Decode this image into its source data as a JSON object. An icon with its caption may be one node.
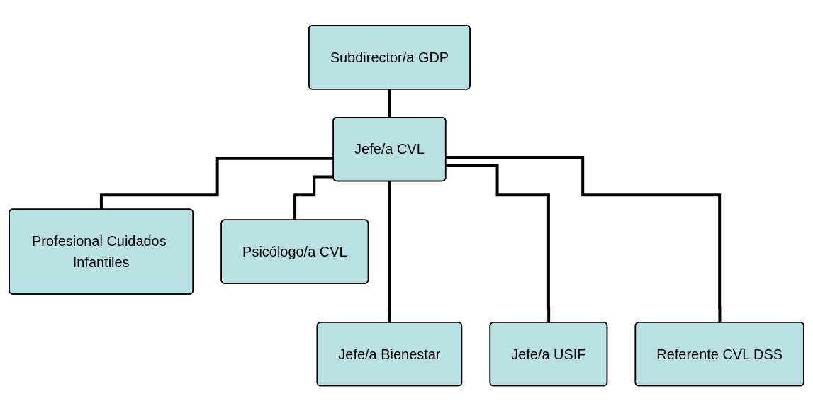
{
  "diagram": {
    "nodes": [
      {
        "text": [
          "Subdirector/a GDP"
        ]
      },
      {
        "text": [
          "Jefe/a CVL"
        ]
      },
      {
        "text": [
          "Profesional Cuidados Infantiles"
        ]
      },
      {
        "text": [
          "Psicólogo/a CVL"
        ]
      },
      {
        "text": [
          "Jefe/a Bienestar"
        ]
      },
      {
        "text": [
          "Jefe/a USIF"
        ]
      },
      {
        "text": [
          "Referente CVL DSS"
        ]
      }
    ],
    "edges": [
      {
        "from": 0,
        "to": 1,
        "arrow": "none"
      },
      {
        "from": 1,
        "to": 2,
        "arrow": "none"
      },
      {
        "from": 1,
        "to": 3,
        "arrow": "none"
      },
      {
        "from": 1,
        "to": 4,
        "arrow": "none"
      },
      {
        "from": 1,
        "to": 5,
        "arrow": "none"
      },
      {
        "from": 1,
        "to": 6,
        "arrow": "none"
      }
    ]
  }
}
